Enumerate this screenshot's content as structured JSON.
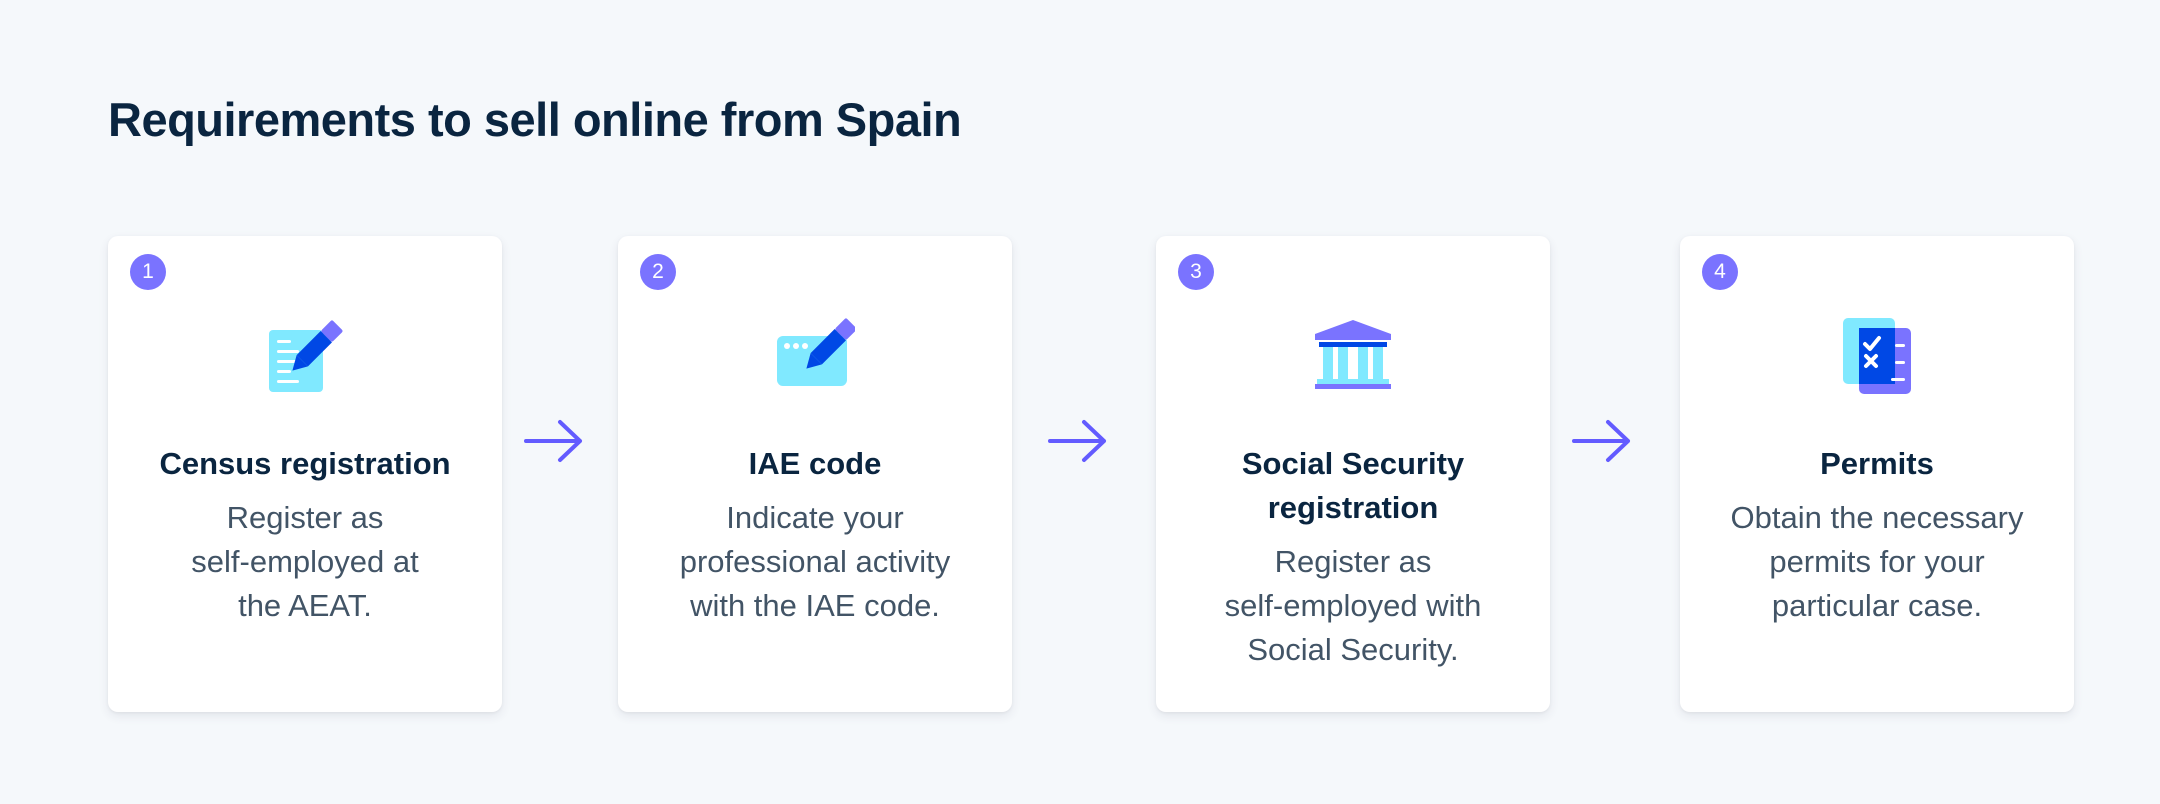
{
  "title": "Requirements to sell online from Spain",
  "steps": [
    {
      "number": "1",
      "icon": "document-pencil-icon",
      "title": "Census registration",
      "description": "Register as\nself-employed at\nthe AEAT."
    },
    {
      "number": "2",
      "icon": "browser-pencil-icon",
      "title": "IAE code",
      "description": "Indicate your\nprofessional activity\nwith the IAE code."
    },
    {
      "number": "3",
      "icon": "bank-building-icon",
      "title": "Social Security\nregistration",
      "description": "Register as\nself-employed with\nSocial Security."
    },
    {
      "number": "4",
      "icon": "checklist-icon",
      "title": "Permits",
      "description": "Obtain the necessary\npermits for your\nparticular case."
    }
  ],
  "colors": {
    "background": "#f5f8fb",
    "badge": "#7a73ff",
    "arrow": "#635bff",
    "title": "#0a2540",
    "text": "#425466",
    "icon_light": "#80e9ff",
    "icon_accent": "#7a73ff",
    "icon_dark": "#0048e5"
  }
}
